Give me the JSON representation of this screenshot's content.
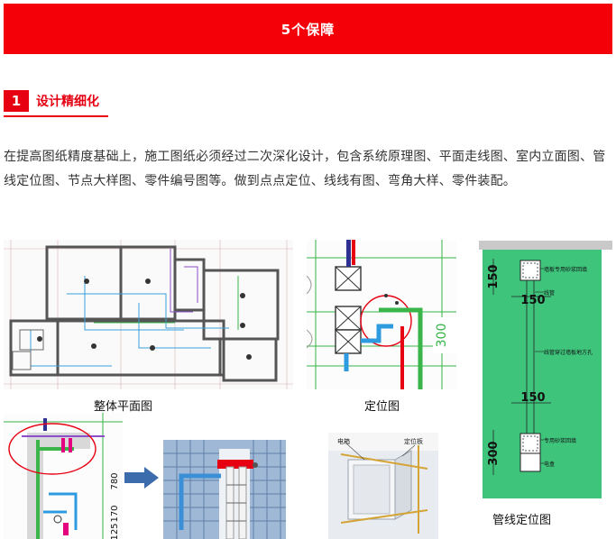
{
  "banner": {
    "title": "5个保障"
  },
  "section": {
    "number": "1",
    "title": "设计精细化"
  },
  "paragraph": "在提高图纸精度基础上，施工图纸必须经过二次深化设计，包含系统原理图、平面走线图、室内立面图、管线定位图、节点大样图、零件编号图等。做到点点定位、线线有图、弯角大样、零件装配。",
  "captions": {
    "floor_plan": "整体平面图",
    "positioning": "定位图",
    "pipeline": "管线定位图"
  },
  "drawing_labels": {
    "dims_green": [
      "150",
      "150",
      "150",
      "300"
    ],
    "dim_pos": "300",
    "dims_detail": [
      "780",
      "170",
      "125"
    ],
    "green_notes": [
      "墙板专用砂浆回填",
      "线管",
      "线管穿过墙板地方孔",
      "专用砂浆回填",
      "电盒"
    ],
    "photo_notes": [
      "电箱",
      "定位板"
    ]
  },
  "colors": {
    "banner": "#f40009",
    "accent": "#e60012",
    "panel_green": "#3fc47c"
  }
}
